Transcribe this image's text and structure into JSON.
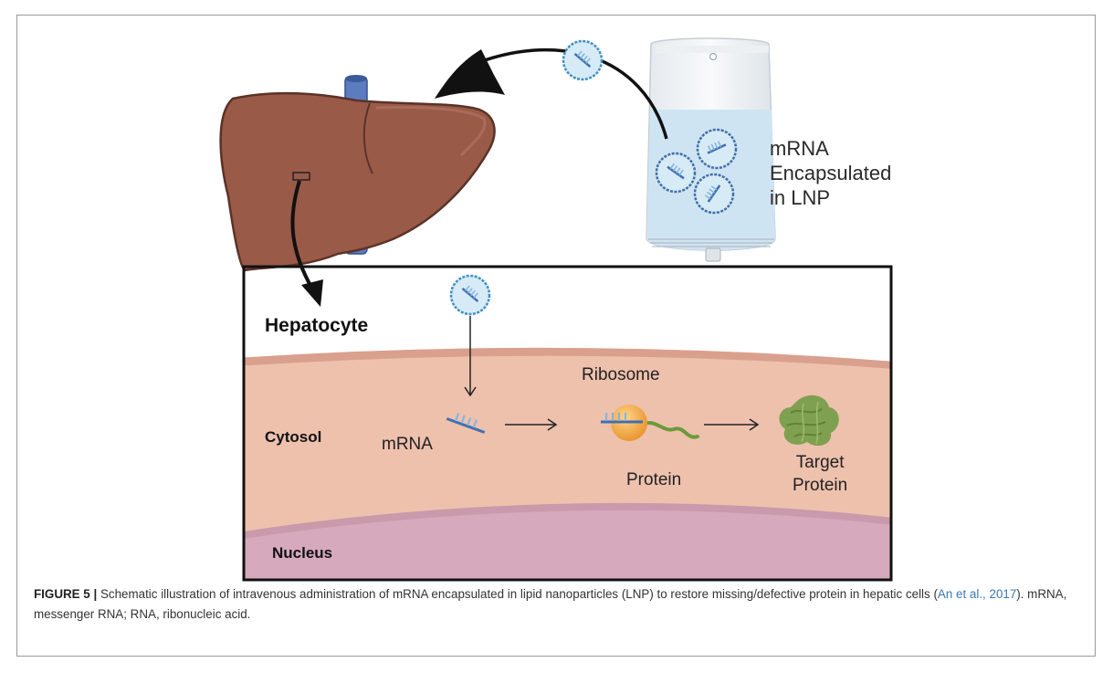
{
  "diagram": {
    "lnp_label_lines": [
      "mRNA",
      "Encapsulated",
      "in LNP"
    ],
    "hepatocyte_label": "Hepatocyte",
    "cytosol_label": "Cytosol",
    "nucleus_label": "Nucleus",
    "mrna_label": "mRNA",
    "ribosome_label": "Ribosome",
    "protein_label": "Protein",
    "target_protein_lines": [
      "Target",
      "Protein"
    ]
  },
  "colors": {
    "liver": "#9a5a48",
    "liver_outline": "#5a3328",
    "vein": "#5b7dc0",
    "lnp_fill": "#d6ebf6",
    "lnp_outline": "#3f8fc2",
    "mrna_strand": "#3f6fb2",
    "cytosol": "#eec1ad",
    "membrane": "#d9a08e",
    "nucleus": "#d6a9bc",
    "ribosome": "#f2a541",
    "protein_chain": "#6c9a3a",
    "target_protein": "#7fa050"
  },
  "caption": {
    "figure_label": "FIGURE 5 |",
    "text_before_cite": " Schematic illustration of intravenous administration of mRNA encapsulated in lipid nanoparticles (LNP) to restore missing/defective protein in hepatic cells (",
    "citation": "An et al., 2017",
    "text_after_cite": "). mRNA, messenger RNA; RNA, ribonucleic acid."
  }
}
